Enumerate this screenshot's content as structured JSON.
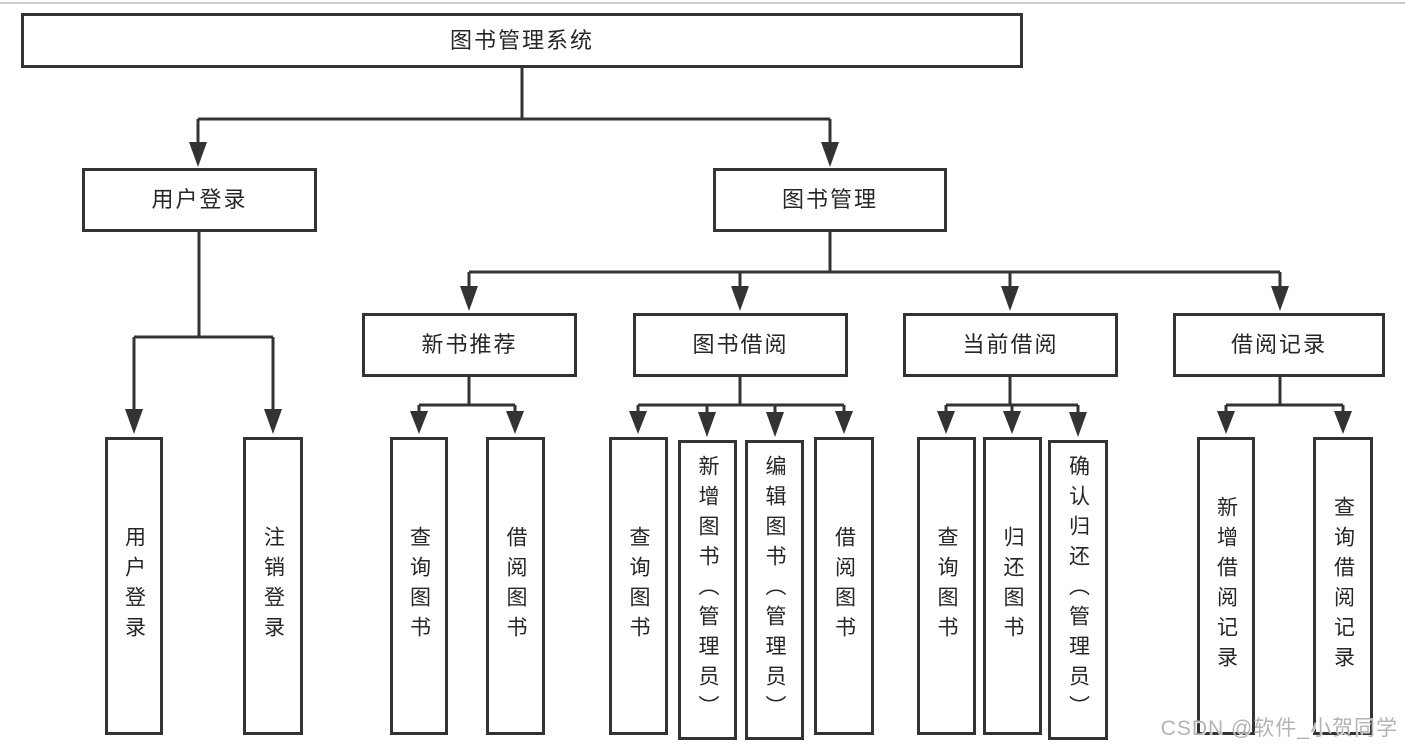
{
  "tree": {
    "root": {
      "label": "图书管理系统"
    },
    "branches": [
      {
        "label": "用户登录",
        "children": [
          {
            "label": "用户登录"
          },
          {
            "label": "注销登录"
          }
        ]
      },
      {
        "label": "图书管理",
        "children": [
          {
            "label": "新书推荐",
            "children": [
              {
                "label": "查询图书"
              },
              {
                "label": "借阅图书"
              }
            ]
          },
          {
            "label": "图书借阅",
            "children": [
              {
                "label": "查询图书"
              },
              {
                "label": "新增图书（管理员）"
              },
              {
                "label": "编辑图书（管理员）"
              },
              {
                "label": "借阅图书"
              }
            ]
          },
          {
            "label": "当前借阅",
            "children": [
              {
                "label": "查询图书"
              },
              {
                "label": "归还图书"
              },
              {
                "label": "确认归还（管理员）"
              }
            ]
          },
          {
            "label": "借阅记录",
            "children": [
              {
                "label": "新增借阅记录"
              },
              {
                "label": "查询借阅记录"
              }
            ]
          }
        ]
      }
    ]
  },
  "watermark": "CSDN @软件_小贺同学",
  "colors": {
    "line": "#333333",
    "text": "#262626",
    "background": "#ffffff",
    "watermark": "#b3b3b3",
    "frame": "#cccccc"
  }
}
